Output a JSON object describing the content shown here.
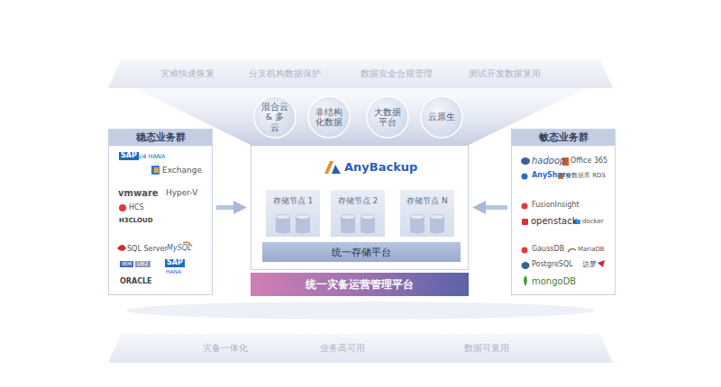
{
  "diagram": {
    "nodes": [
      {
        "text": [
          "灾难快速恢复",
          "分支机构数据保护",
          "数据安全合规管理",
          "测试开发数据复用"
        ]
      },
      {
        "text": [
          "混合云 & 多云"
        ]
      },
      {
        "text": [
          "非结构化数据"
        ]
      },
      {
        "text": [
          "大数据平台"
        ]
      },
      {
        "text": [
          "云原生"
        ]
      },
      {
        "text": [
          "稳态业务群"
        ]
      },
      {
        "text": [
          "AnyBackup"
        ]
      },
      {
        "text": [
          "存储节点 1"
        ],
        "in": 6
      },
      {
        "text": [
          "存储节点 2"
        ],
        "in": 6
      },
      {
        "text": [
          "存储节点 N"
        ],
        "in": 6
      },
      {
        "text": [
          "统一存储平台"
        ],
        "in": 6
      },
      {
        "text": [
          "敏态业务群"
        ]
      },
      {
        "text": [
          "统一灾备运营管理平台"
        ]
      },
      {
        "text": [
          "灾备一体化",
          "业务高可用",
          "数据可复用"
        ]
      }
    ],
    "edges": [
      {
        "from": 5,
        "to": 6,
        "arrow": "to"
      },
      {
        "from": 11,
        "to": 6,
        "arrow": "to"
      }
    ],
    "labels": [
      "SAP",
      "S/4 HANA",
      "Exchange",
      "vmware",
      "Hyper-V",
      "HCS",
      "H3CLOUD",
      "SQL Server",
      "MySQL",
      "IBM",
      "DB2",
      "SAP",
      "HANA",
      "ORACLE",
      "hadoop",
      "Office 365",
      "AnyShare",
      "云数据库 RDS",
      "FusionInsight",
      "openstack",
      "docker",
      "GaussDB",
      "MariaDB",
      "PostgreSQL",
      "达梦",
      "mongoDB"
    ]
  }
}
